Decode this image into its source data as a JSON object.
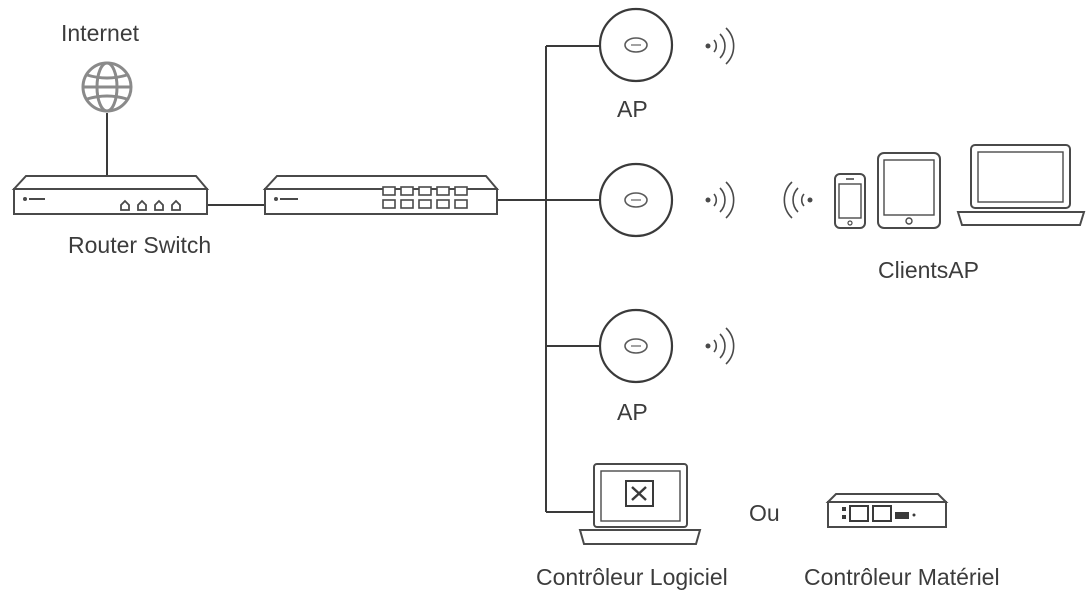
{
  "labels": {
    "internet": "Internet",
    "router_switch": "Router Switch",
    "ap_top": "AP",
    "ap_bottom": "AP",
    "clients": "ClientsAP",
    "or": "Ou",
    "software_controller": "Contrôleur Logiciel",
    "hardware_controller": "Contrôleur Matériel"
  },
  "icons": [
    "globe-icon",
    "router-device",
    "switch-device",
    "access-point-icon",
    "wifi-signal-icon",
    "phone-icon",
    "tablet-icon",
    "laptop-icon",
    "controller-laptop-icon",
    "hardware-controller-icon"
  ],
  "colors": {
    "line": "#3a3a3a",
    "text": "#3c3c3c"
  }
}
